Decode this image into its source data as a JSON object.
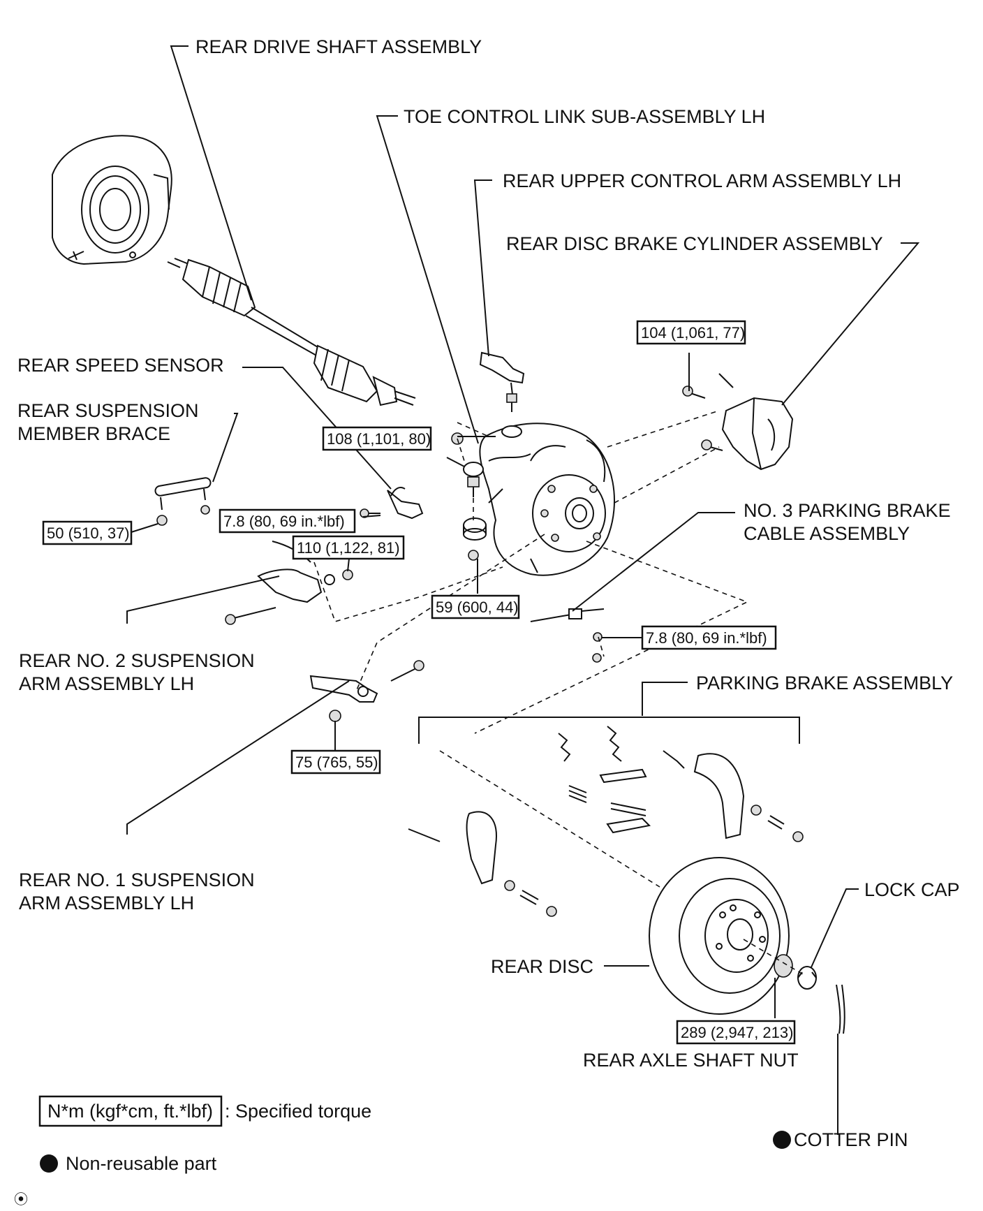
{
  "labels": {
    "rear_drive_shaft": "REAR DRIVE SHAFT ASSEMBLY",
    "toe_control_link": "TOE CONTROL LINK SUB-ASSEMBLY LH",
    "rear_upper_control_arm": "REAR UPPER CONTROL ARM ASSEMBLY LH",
    "rear_disc_brake_cylinder": "REAR DISC BRAKE CYLINDER ASSEMBLY",
    "rear_speed_sensor": "REAR SPEED SENSOR",
    "rear_suspension_member_brace_1": "REAR SUSPENSION",
    "rear_suspension_member_brace_2": "MEMBER BRACE",
    "parking_brake_cable_1": "NO. 3 PARKING BRAKE",
    "parking_brake_cable_2": "CABLE ASSEMBLY",
    "rear_no2_arm_1": "REAR NO. 2 SUSPENSION",
    "rear_no2_arm_2": "ARM ASSEMBLY LH",
    "parking_brake_assembly": "PARKING BRAKE ASSEMBLY",
    "rear_no1_arm_1": "REAR NO. 1 SUSPENSION",
    "rear_no1_arm_2": "ARM ASSEMBLY LH",
    "lock_cap": "LOCK CAP",
    "rear_disc": "REAR DISC",
    "rear_axle_shaft_nut": "REAR AXLE SHAFT NUT",
    "cotter_pin": "COTTER PIN"
  },
  "torques": {
    "caliper_bolt": "104 (1,061, 77)",
    "upper_arm_nut": "108 (1,101, 80)",
    "speed_sensor_bolt": "7.8 (80, 69 in.*lbf)",
    "brace_bolt": "50 (510, 37)",
    "no2_arm_nut": "110 (1,122, 81)",
    "toe_link_nut": "59 (600, 44)",
    "cable_bolt": "7.8 (80, 69 in.*lbf)",
    "no1_arm_nut": "75 (765, 55)",
    "axle_nut": "289 (2,947, 213)"
  },
  "legend": {
    "torque_unit": "N*m (kgf*cm, ft.*lbf)",
    "torque_text": ": Specified torque",
    "non_reusable_text": "Non-reusable part"
  },
  "footer_mark": "⦿"
}
